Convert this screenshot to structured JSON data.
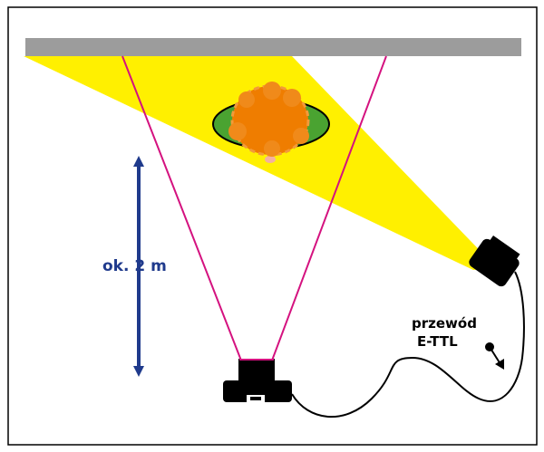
{
  "distance_label": "ok. 2 m",
  "cable_label": {
    "line1": "przewód",
    "line2": "E-TTL"
  },
  "colors": {
    "frame": "#000000",
    "ceiling": "#9c9c9c",
    "light_beam": "#fff000",
    "view_lines": "#d4127f",
    "distance_arrow": "#1f3a8c",
    "plate": "#4aa331",
    "food": "#ef7d00",
    "camera_body": "#000000",
    "flash_head": "#000000",
    "cable": "#000000"
  }
}
